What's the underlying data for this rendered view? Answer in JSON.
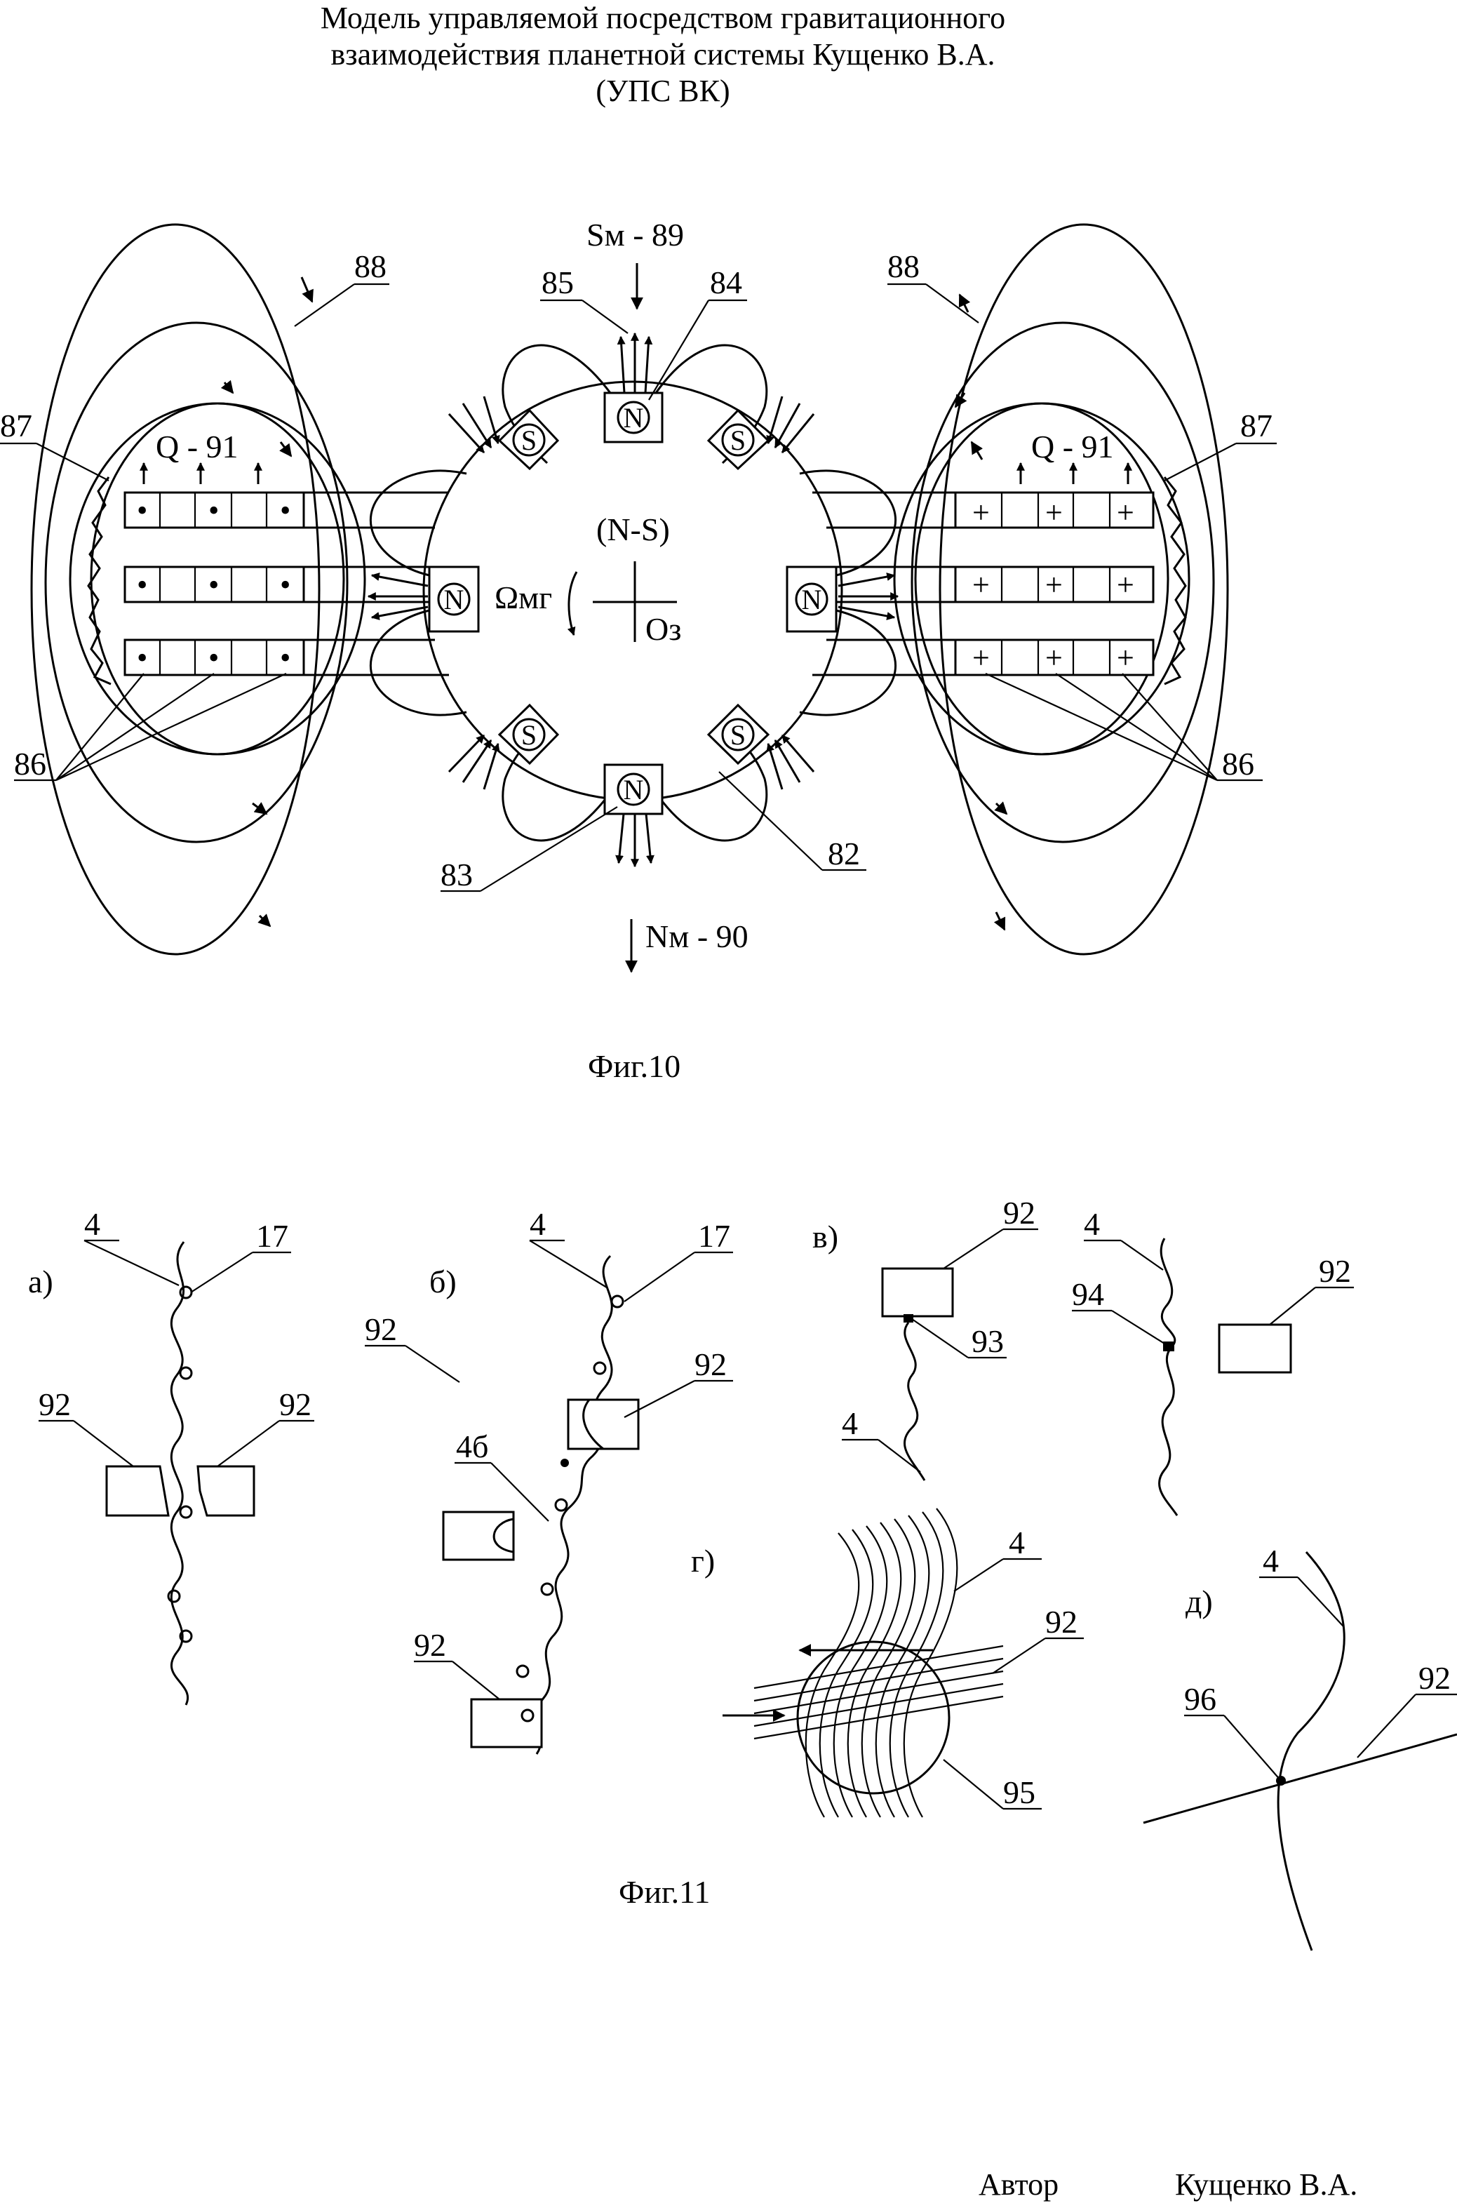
{
  "title": {
    "line1": "Модель управляемой посредством гравитационного",
    "line2": "взаимодействия планетной системы Кущенко В.А.",
    "line3": "(УПС ВК)"
  },
  "fig10": {
    "caption": "Фиг.10",
    "south_label": "Sм - 89",
    "north_label": "Nм - 90",
    "axis_label": "(N-S)",
    "omega_label": "Ωмг",
    "center_label": "Оз",
    "q_label": "Q - 91",
    "pole_n": "N",
    "pole_s": "S",
    "dot_symbol": "•",
    "plus_symbol": "+",
    "refs": {
      "r82": "82",
      "r83": "83",
      "r84": "84",
      "r85": "85",
      "r86": "86",
      "r87": "87",
      "r88": "88"
    }
  },
  "fig11": {
    "caption": "Фиг.11",
    "sub_a": "а)",
    "sub_b": "б)",
    "sub_v": "в)",
    "sub_g": "г)",
    "sub_d": "д)",
    "refs": {
      "r4": "4",
      "r4b": "4б",
      "r17": "17",
      "r92": "92",
      "r93": "93",
      "r94": "94",
      "r95": "95",
      "r96": "96"
    }
  },
  "author": {
    "label": "Автор",
    "name": "Кущенко В.А."
  }
}
